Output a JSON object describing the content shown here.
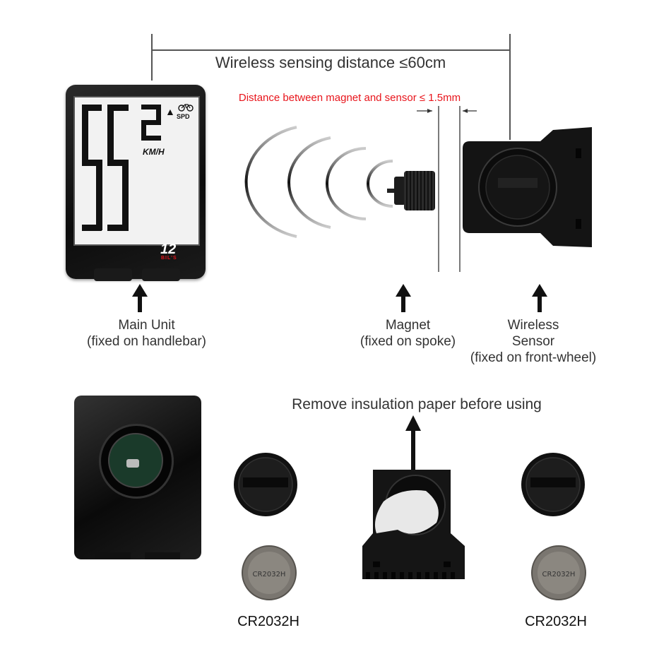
{
  "dimension": {
    "wireless_distance": "Wireless sensing distance ≤60cm",
    "magnet_distance": "Distance between magnet and sensor ≤ 1.5mm"
  },
  "main_unit": {
    "display": {
      "speed_digits": "55",
      "small_digit": "2",
      "indicator": "SPD",
      "unit": "KM/H"
    },
    "brand": "12",
    "sub_brand": "BIL'S",
    "label_line1": "Main Unit",
    "label_line2": "(fixed on handlebar)"
  },
  "magnet": {
    "label_line1": "Magnet",
    "label_line2": "(fixed on spoke)"
  },
  "sensor": {
    "label_line1": "Wireless",
    "label_line2": "Sensor",
    "label_line3": "(fixed on front-wheel)"
  },
  "bottom": {
    "instruction": "Remove insulation paper before using",
    "battery_left": "CR2032H",
    "battery_right": "CR2032H"
  },
  "colors": {
    "warning_red": "#e8141b",
    "device_black": "#111111",
    "lcd_background": "#f2f2f2"
  }
}
